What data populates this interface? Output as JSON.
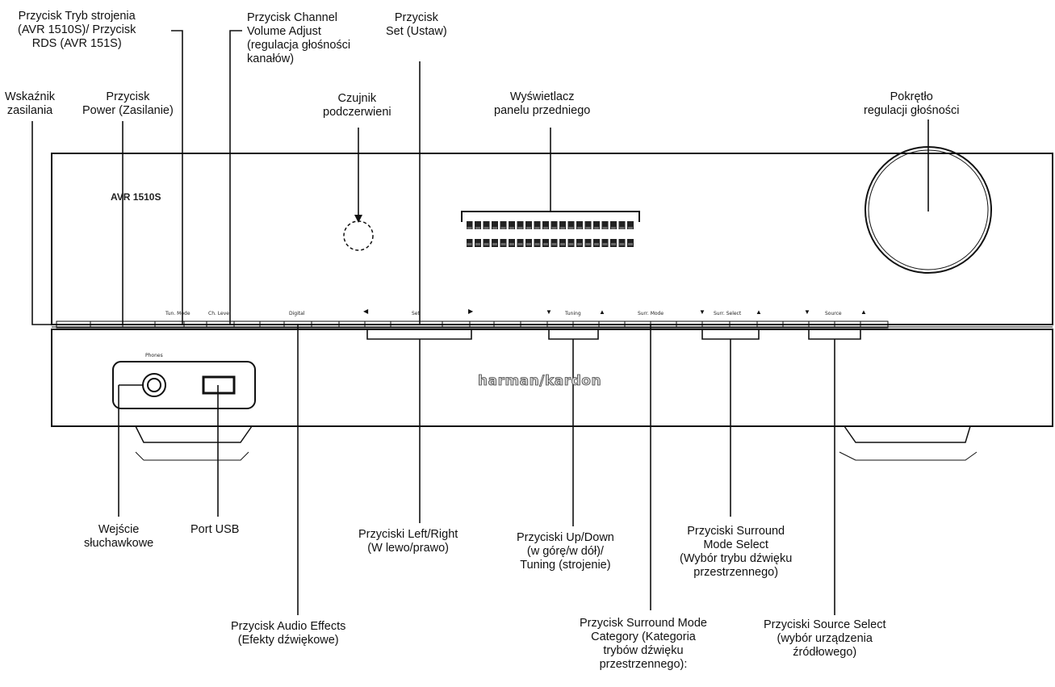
{
  "front_panel": {
    "model_logo": "AVR 1510S",
    "brand_logo": "harman/kardon",
    "phones_label": "Phones",
    "button_labels": [
      "Tun. Mode",
      "Ch. Level",
      "Digital",
      "Set",
      "Tuning",
      "Surr. Mode",
      "Surr. Select",
      "Source"
    ]
  },
  "callouts": {
    "power_indicator": [
      "Wskaźnik",
      "zasilania"
    ],
    "power_button": [
      "Przycisk",
      "Power (Zasilanie)"
    ],
    "tuning_mode": [
      "Przycisk Tryb strojenia",
      "(AVR 1510S)/ Przycisk",
      "RDS (AVR 151S)"
    ],
    "channel_volume": [
      "Przycisk Channel",
      "Volume Adjust",
      "(regulacja głośności",
      "kanałów)"
    ],
    "ir_sensor": [
      "Czujnik",
      "podczerwieni"
    ],
    "set_button": [
      "Przycisk",
      "Set (Ustaw)"
    ],
    "front_display": [
      "Wyświetlacz",
      "panelu przedniego"
    ],
    "volume_knob": [
      "Pokrętło",
      "regulacji głośności"
    ],
    "headphone_jack": [
      "Wejście",
      "słuchawkowe"
    ],
    "usb_port": [
      "Port USB"
    ],
    "audio_effects": [
      "Przycisk Audio Effects",
      "(Efekty dźwiękowe)"
    ],
    "left_right": [
      "Przyciski Left/Right",
      "(W lewo/prawo)"
    ],
    "up_down": [
      "Przyciski Up/Down",
      "(w górę/w dół)/",
      "Tuning (strojenie)"
    ],
    "surround_category": [
      "Przycisk Surround Mode",
      "Category (Kategoria",
      "trybów dźwięku",
      "przestrzennego):"
    ],
    "surround_select": [
      "Przyciski Surround",
      "Mode Select",
      "(Wybór trybu dźwięku",
      "przestrzennego)"
    ],
    "source_select": [
      "Przyciski Source Select",
      "(wybór urządzenia",
      "źródłowego)"
    ]
  }
}
